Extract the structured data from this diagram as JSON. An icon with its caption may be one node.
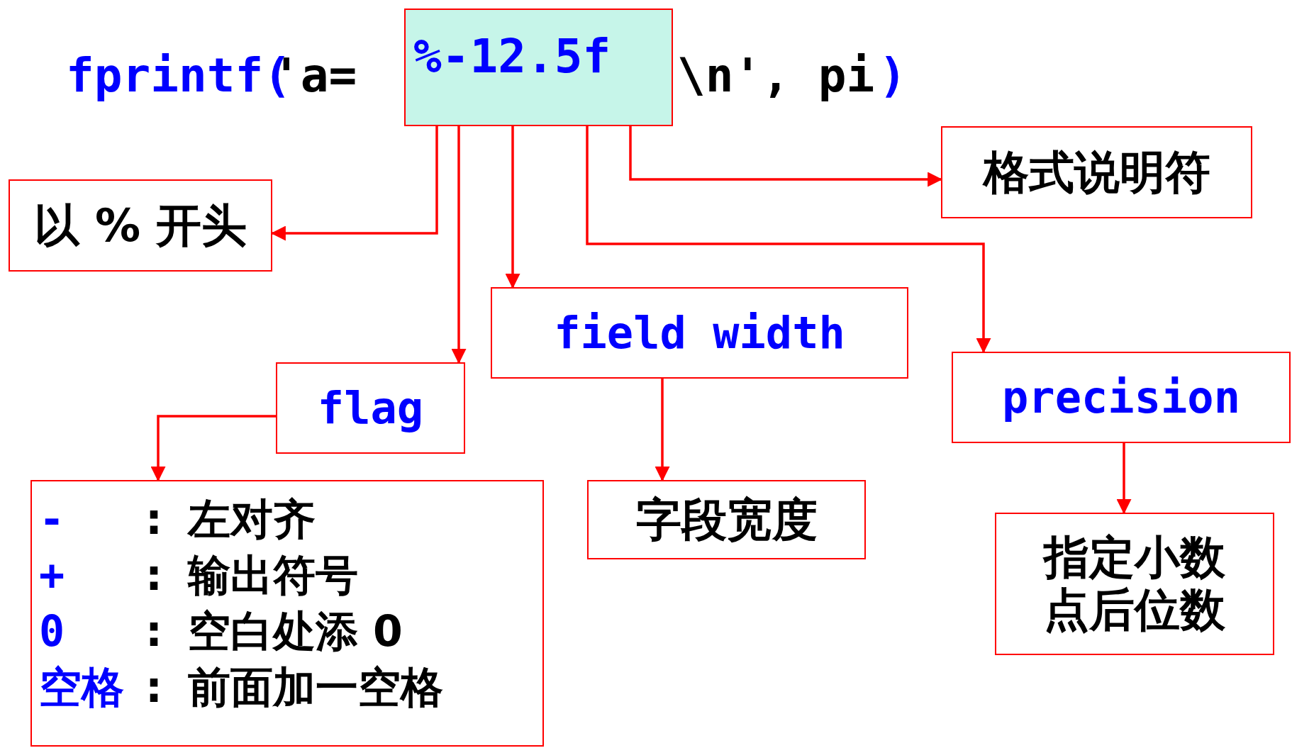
{
  "diagram": {
    "nodes": [
      {
        "text": [
          "%-12.5f"
        ]
      },
      {
        "text": [
          "以 % 开头"
        ]
      },
      {
        "text": [
          "flag"
        ]
      },
      {
        "text": [
          "field width"
        ]
      },
      {
        "text": [
          "precision"
        ]
      },
      {
        "text": [
          "格式说明符"
        ]
      },
      {
        "text": [
          "-",
          ":",
          "左对齐",
          "+",
          ":",
          "输出符号",
          "0",
          ":",
          "空白处添 0",
          "空格",
          ":",
          "前面加一空格"
        ]
      },
      {
        "text": [
          "字段宽度"
        ]
      },
      {
        "text": [
          "指定小数点后位数"
        ]
      }
    ],
    "edges": [
      {
        "from": 0,
        "to": 1,
        "arrow": "to"
      },
      {
        "from": 0,
        "to": 2,
        "arrow": "to"
      },
      {
        "from": 0,
        "to": 3,
        "arrow": "to"
      },
      {
        "from": 0,
        "to": 4,
        "arrow": "to"
      },
      {
        "from": 0,
        "to": 5,
        "arrow": "to"
      },
      {
        "from": 2,
        "to": 6,
        "arrow": "to"
      },
      {
        "from": 3,
        "to": 7,
        "arrow": "to"
      },
      {
        "from": 4,
        "to": 8,
        "arrow": "to"
      }
    ],
    "labels": [
      "fprintf(",
      "'a=",
      "\\n', pi",
      ")"
    ]
  }
}
